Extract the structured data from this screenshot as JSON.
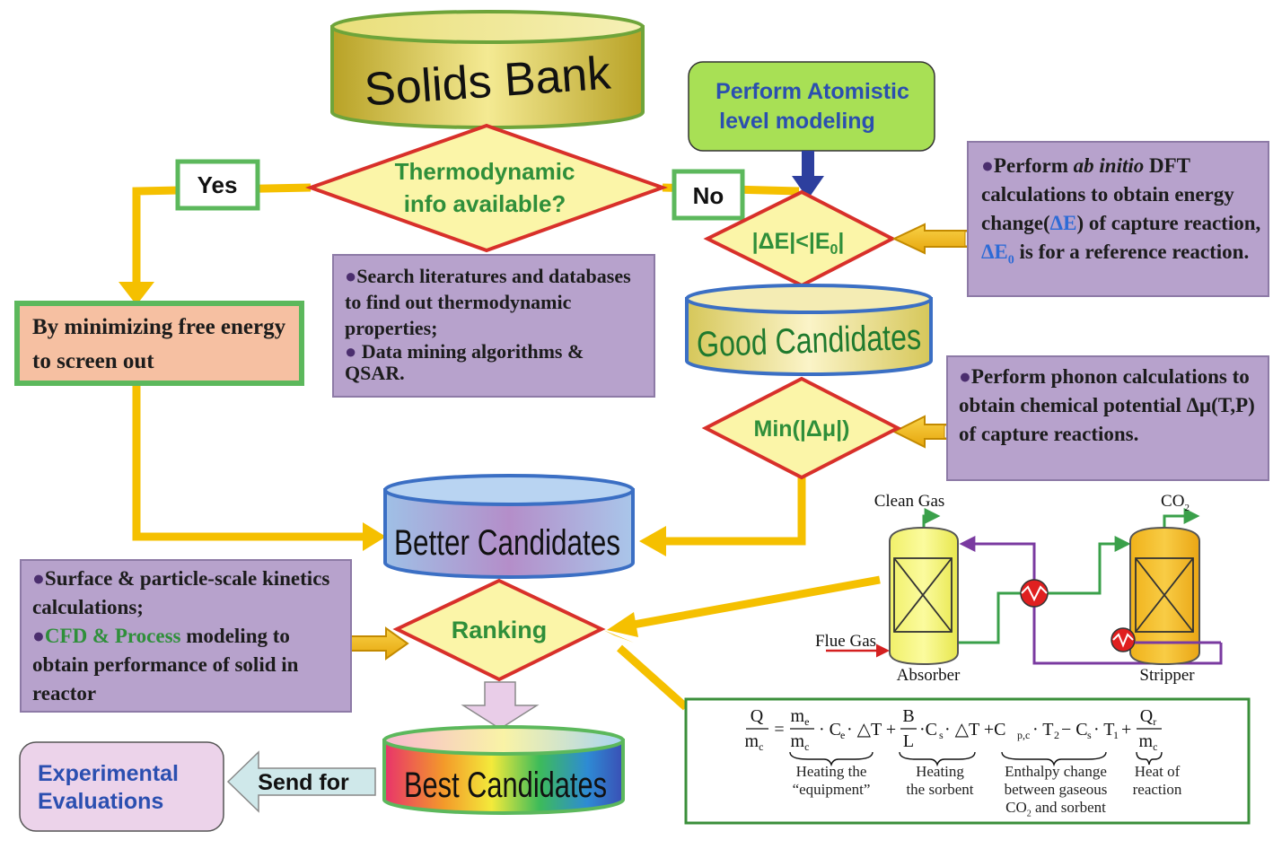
{
  "solids_bank": "Solids Bank",
  "decision_thermo": {
    "line1": "Thermodynamic",
    "line2": "info available?"
  },
  "yes_label": "Yes",
  "no_label": "No",
  "atomistic": {
    "line1": "Perform Atomistic",
    "line2": "level modeling"
  },
  "delta_e_check": "|ΔE|<|E",
  "delta_e_sub": "0",
  "delta_e_close": "|",
  "dft_note": {
    "p1": "Perform ",
    "p1_italic": "ab initio",
    "p1_rest": " DFT calculations to obtain energy change(",
    "delta_e": "ΔE",
    "p1_rest2": ") of capture reaction, ",
    "delta_e0": "ΔE",
    "delta_e0_sub": "0",
    "p1_rest3": " is for a reference reaction."
  },
  "good_candidates": "Good Candidates",
  "search_note": {
    "p1": "Search literatures and databases to find out thermodynamic properties;",
    "p2": " Data mining algorithms & QSAR."
  },
  "minimize_box": "By minimizing  free energy to screen out",
  "min_mu": "Min(|Δμ|)",
  "phonon_note": "Perform phonon calculations to obtain chemical potential Δμ(T,P) of capture reactions.",
  "better_candidates": "Better Candidates",
  "kinetics_note": {
    "p1": "Surface & particle-scale kinetics calculations;",
    "p2_green": "CFD & Process",
    "p2_rest": " modeling to obtain performance of solid in reactor"
  },
  "ranking": "Ranking",
  "best_candidates": "Best Candidates",
  "send_for": "Send for",
  "experimental": {
    "line1": "Experimental",
    "line2": "Evaluations"
  },
  "process": {
    "clean_gas": "Clean Gas",
    "co2": "CO",
    "co2_sub": "2",
    "flue_gas": "Flue Gas",
    "absorber": "Absorber",
    "stripper": "Stripper"
  },
  "equation": {
    "q": "Q",
    "mc": "m",
    "c_sub": "c",
    "e_sub": "e",
    "s_sub": "s",
    "b": "B",
    "l": "L",
    "cpc": "C",
    "pc_sub": "p,c",
    "t2": "T",
    "two_sub": "2",
    "t1": "T",
    "one_sub": "1",
    "qr_sub": "r",
    "term1_l1": "Heating the",
    "term1_l2": "“equipment”",
    "term2_l1": "Heating",
    "term2_l2": "the sorbent",
    "term3_l1": "Enthalpy change",
    "term3_l2": "between gaseous",
    "term3_l3": "CO",
    "term3_l3_sub": "2",
    "term3_l3_rest": " and sorbent",
    "term4_l1": "Heat of",
    "term4_l2": "reaction"
  }
}
